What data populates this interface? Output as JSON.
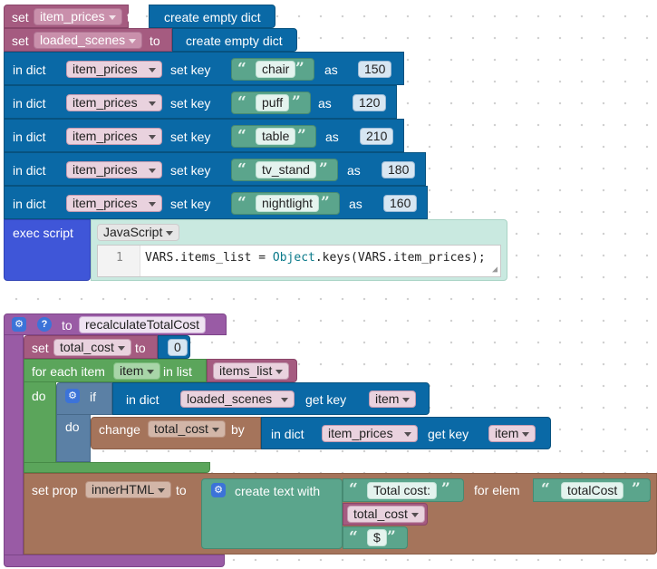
{
  "block1": {
    "set_label": "set",
    "to_label": "to",
    "var1": "item_prices",
    "create_empty_dict": "create empty dict",
    "var2": "loaded_scenes",
    "in_dict_label": "in dict",
    "set_key_label": "set key",
    "as_label": "as",
    "entries": [
      {
        "dict": "item_prices",
        "key": "chair",
        "value": "150"
      },
      {
        "dict": "item_prices",
        "key": "puff",
        "value": "120"
      },
      {
        "dict": "item_prices",
        "key": "table",
        "value": "210"
      },
      {
        "dict": "item_prices",
        "key": "tv_stand",
        "value": "180"
      },
      {
        "dict": "item_prices",
        "key": "nightlight",
        "value": "160"
      }
    ],
    "exec_script_label": "exec script",
    "language": "JavaScript",
    "code_line_number": "1",
    "code_parts": [
      "VARS.items_list = ",
      "Object",
      ".keys(VARS.item_prices);"
    ]
  },
  "block2": {
    "to_label": "to",
    "function_name": "recalculateTotalCost",
    "set_label": "set",
    "set_var": "total_cost",
    "set_to_label": "to",
    "set_value": "0",
    "for_each_label": "for each item",
    "item_var": "item",
    "in_list_label": "in list",
    "list_var": "items_list",
    "do_label": "do",
    "if_label": "if",
    "in_dict_label": "in dict",
    "if_dict": "loaded_scenes",
    "get_key_label": "get key",
    "if_key": "item",
    "if_do_label": "do",
    "change_label": "change",
    "change_var": "total_cost",
    "by_label": "by",
    "by_dict": "item_prices",
    "by_key": "item",
    "set_prop_label": "set prop",
    "prop_name": "innerHTML",
    "prop_to_label": "to",
    "create_text_label": "create text with",
    "text_part1": "Total cost: ",
    "text_part2": "total_cost",
    "text_part3": "$",
    "for_elem_label": "for elem",
    "elem_name": "totalCost"
  }
}
